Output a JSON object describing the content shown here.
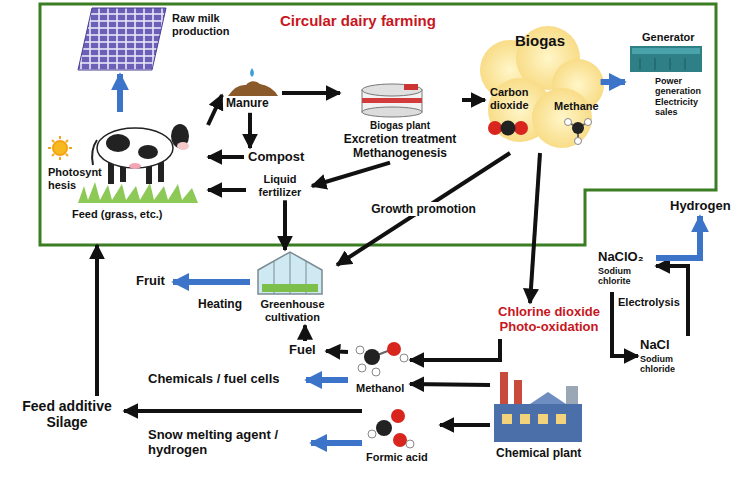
{
  "diagram": {
    "nodes": [
      {
        "text": [
          "Circular dairy farming"
        ]
      },
      {
        "text": [
          "Raw milk production"
        ],
        "in": 0
      },
      {
        "text": [
          "Photosynt hesis",
          "Feed (grass, etc.)"
        ],
        "in": 0
      },
      {
        "text": [
          "Manure"
        ],
        "in": 0
      },
      {
        "text": [
          "Biogas plant",
          "Excretion treatment Methanogenesis"
        ],
        "in": 0
      },
      {
        "text": [
          "Biogas",
          "Carbon dioxide",
          "Methane"
        ],
        "in": 0
      },
      {
        "text": [
          "Generator",
          "Power generation Electricity sales"
        ],
        "in": 0
      },
      {
        "text": [
          "Compost"
        ],
        "in": 0
      },
      {
        "text": [
          "Liquid fertilizer"
        ],
        "in": 0
      },
      {
        "text": [
          "Greenhouse cultivation"
        ]
      },
      {
        "text": [
          "Fruit"
        ]
      },
      {
        "text": [
          "Chlorine dioxide Photo-oxidation"
        ]
      },
      {
        "text": [
          "NaClO₂",
          "Sodium chlorite"
        ]
      },
      {
        "text": [
          "NaCl",
          "Sodium chloride"
        ]
      },
      {
        "text": [
          "Hydrogen"
        ]
      },
      {
        "text": [
          "Methanol"
        ]
      },
      {
        "text": [
          "Formic acid"
        ]
      },
      {
        "text": [
          "Chemical plant"
        ]
      },
      {
        "text": [
          "Fuel"
        ]
      },
      {
        "text": [
          "Chemicals / fuel cells"
        ]
      },
      {
        "text": [
          "Snow melting agent / hydrogen"
        ]
      },
      {
        "text": [
          "Feed additive Silage"
        ]
      }
    ],
    "edges": [
      {
        "from": 2,
        "to": 1,
        "arrow": "to"
      },
      {
        "from": 2,
        "to": 3,
        "arrow": "to"
      },
      {
        "from": 3,
        "to": 4,
        "arrow": "to"
      },
      {
        "from": 4,
        "to": 5,
        "arrow": "to"
      },
      {
        "from": 5,
        "to": 6,
        "arrow": "to"
      },
      {
        "from": 3,
        "to": 7,
        "arrow": "to"
      },
      {
        "from": 7,
        "to": 2,
        "arrow": "to"
      },
      {
        "from": 8,
        "to": 2,
        "arrow": "to"
      },
      {
        "from": 4,
        "to": 8,
        "arrow": "to"
      },
      {
        "from": 8,
        "to": 9,
        "arrow": "to"
      },
      {
        "from": 5,
        "to": 9,
        "label": "Growth promotion",
        "arrow": "to"
      },
      {
        "from": 5,
        "to": 11,
        "arrow": "to"
      },
      {
        "from": 9,
        "to": 10,
        "arrow": "to"
      },
      {
        "from": 18,
        "to": 9,
        "arrow": "to"
      },
      {
        "from": 15,
        "to": 18,
        "arrow": "to"
      },
      {
        "from": 15,
        "to": 19,
        "arrow": "to"
      },
      {
        "from": 11,
        "to": 15,
        "arrow": "to"
      },
      {
        "from": 17,
        "to": 15,
        "arrow": "to"
      },
      {
        "from": 17,
        "to": 16,
        "arrow": "to"
      },
      {
        "from": 16,
        "to": 20,
        "arrow": "to"
      },
      {
        "from": 16,
        "to": 21,
        "arrow": "to"
      },
      {
        "from": 21,
        "to": 0,
        "arrow": "to"
      },
      {
        "from": 12,
        "to": 13,
        "arrow": "to"
      },
      {
        "from": 13,
        "to": 12,
        "arrow": "to"
      },
      {
        "from": 12,
        "to": 14,
        "arrow": "to"
      }
    ],
    "labels": [
      "Electrolysis",
      "Heating"
    ]
  }
}
